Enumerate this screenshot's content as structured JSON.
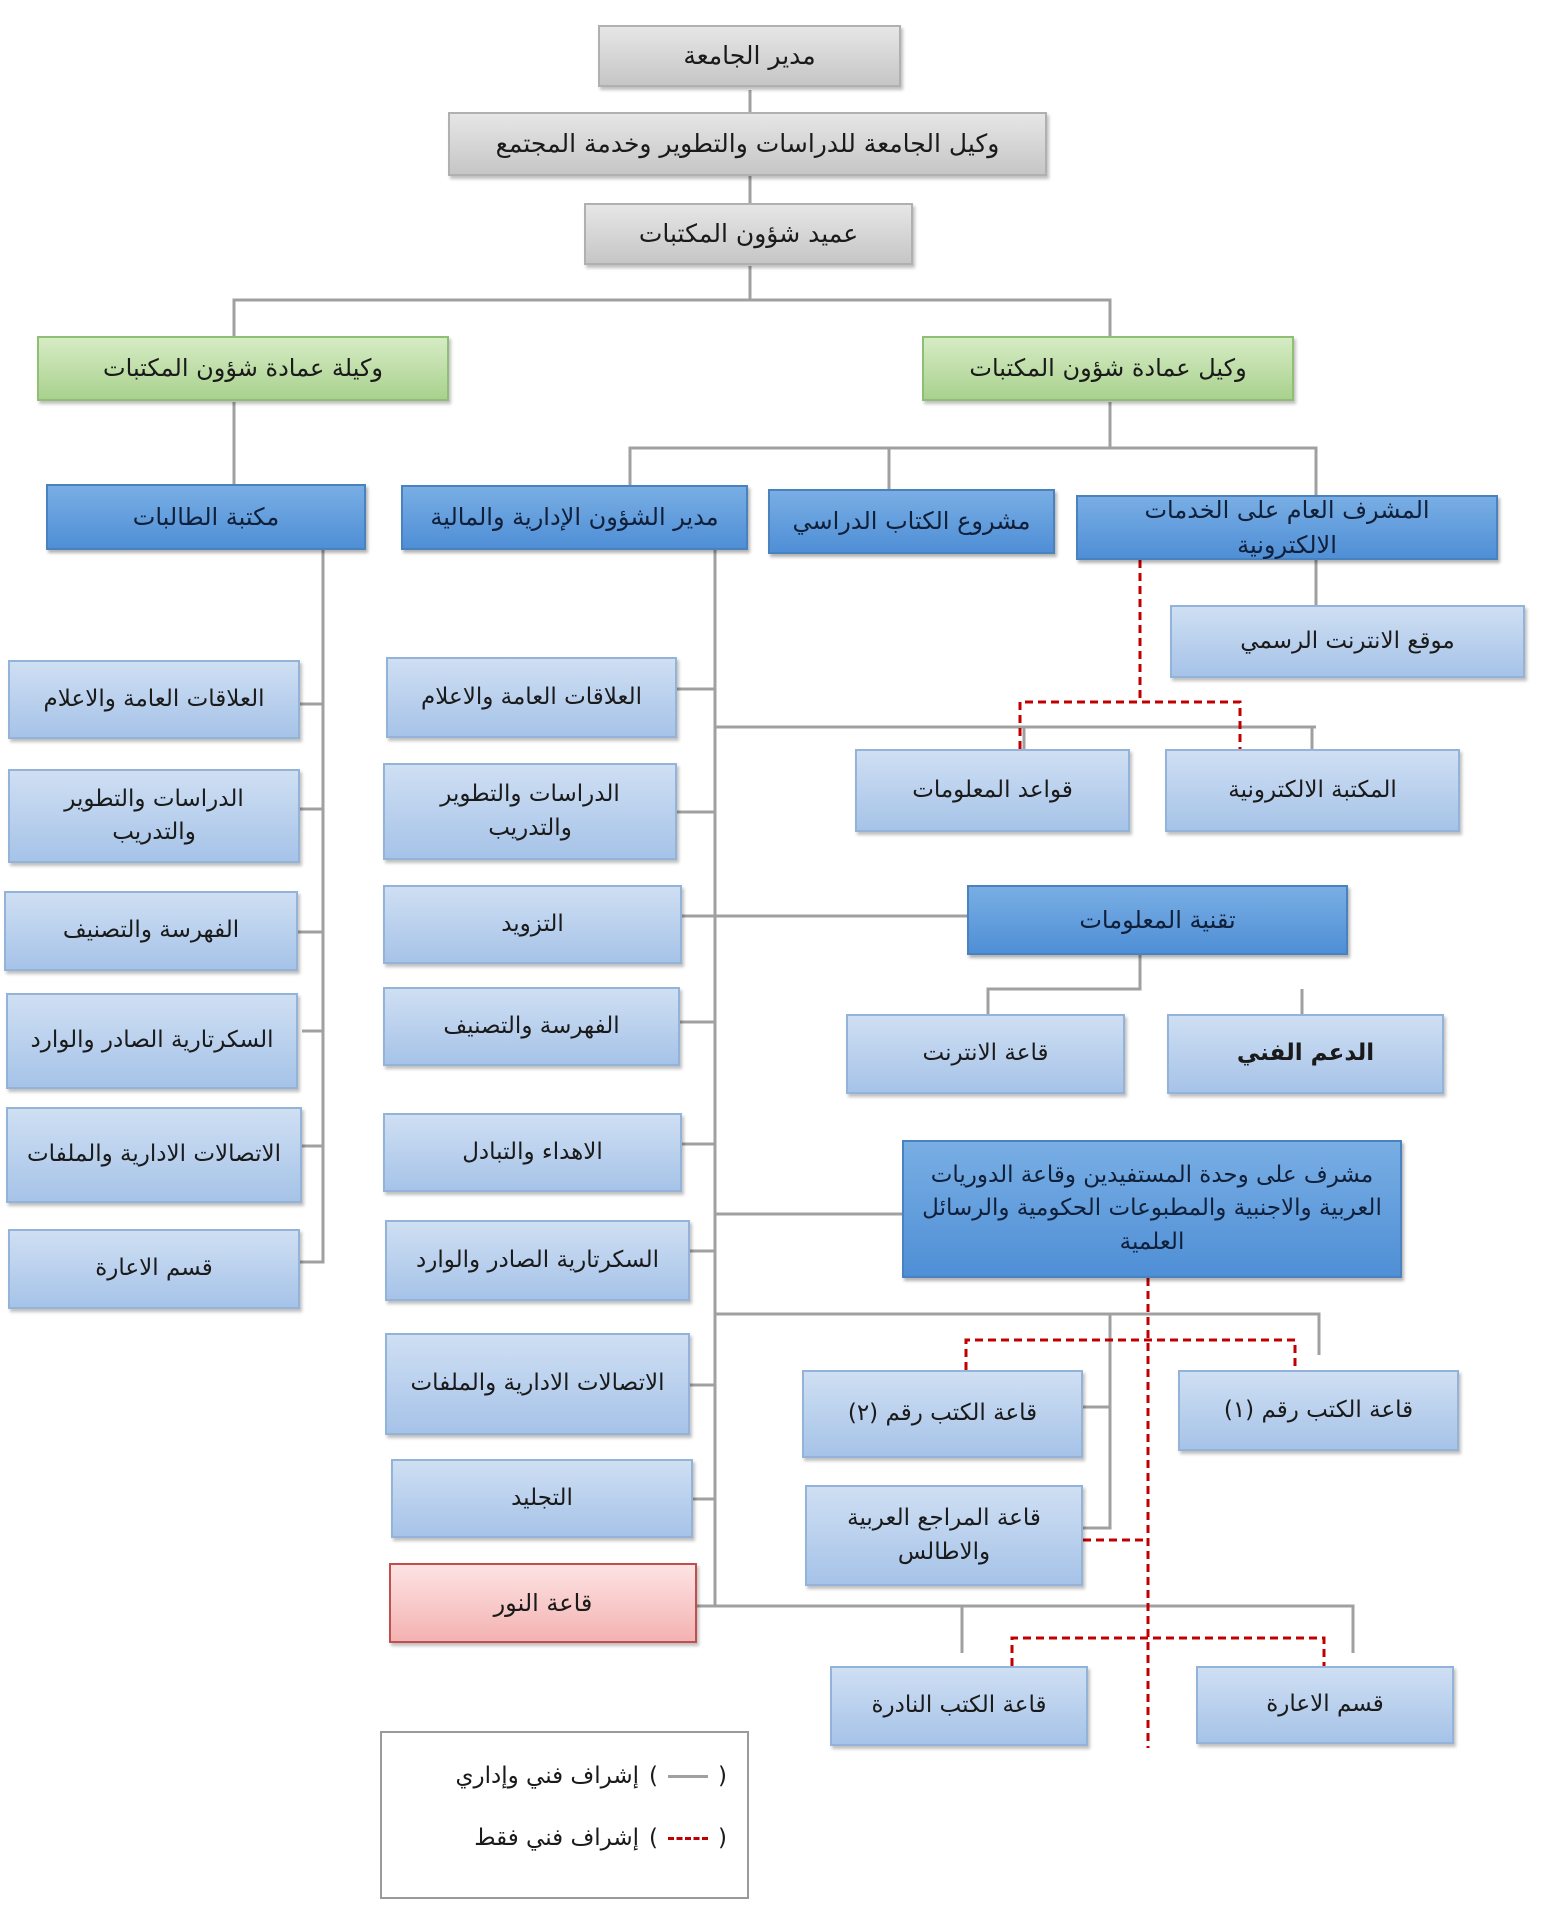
{
  "colors": {
    "solid_line": "#a0a0a0",
    "dashed_line": "#c00000",
    "gray_box": "#d3d3d3",
    "green_box": "#a9d18e",
    "dark_blue_box": "#5b9bd5",
    "light_blue_box": "#b4cde9",
    "pink_box": "#f4b2b2"
  },
  "top": {
    "director": "مدير الجامعة",
    "vice_rector": "وكيل الجامعة للدراسات والتطوير وخدمة المجتمع",
    "dean": "عميد شؤون المكتبات"
  },
  "vice_deans": {
    "male": "وكيل عمادة شؤون المكتبات",
    "female": "وكيلة عمادة شؤون المكتبات"
  },
  "units": {
    "e_services": "المشرف العام على الخدمات الالكترونية",
    "textbook": "مشروع الكتاب الدراسي",
    "admin_finance": "مدير الشؤون الإدارية والمالية",
    "female_library": "مكتبة الطالبات"
  },
  "e_services_sub": {
    "website": "موقع الانترنت الرسمي",
    "e_library": "المكتبة الالكترونية",
    "databases": "قواعد المعلومات"
  },
  "it": {
    "title": "تقنية المعلومات",
    "support": "الدعم الفني",
    "internet_hall": "قاعة الانترنت"
  },
  "beneficiaries": {
    "title": "مشرف على وحدة المستفيدين وقاعة الدوريات العربية والاجنبية والمطبوعات الحكومية والرسائل العلمية",
    "hall1": "قاعة الكتب رقم (١)",
    "hall2": "قاعة الكتب رقم (٢)",
    "references": "قاعة المراجع العربية والاطالس",
    "lending": "قسم الاعارة",
    "rare": "قاعة الكتب النادرة"
  },
  "admin_depts": [
    "العلاقات العامة والاعلام",
    "الدراسات والتطوير والتدريب",
    "التزويد",
    "الفهرسة والتصنيف",
    "الاهداء والتبادل",
    "السكرتارية الصادر والوارد",
    "الاتصالات الادارية والملفات",
    "التجليد",
    "قاعة النور"
  ],
  "female_depts": [
    "العلاقات العامة والاعلام",
    "الدراسات والتطوير والتدريب",
    "الفهرسة والتصنيف",
    "السكرتارية الصادر والوارد",
    "الاتصالات الادارية والملفات",
    "قسم الاعارة"
  ],
  "legend": {
    "solid": "إشراف فني وإداري",
    "dashed": "إشراف فني فقط",
    "open_paren": "(",
    "close_paren": ")"
  }
}
